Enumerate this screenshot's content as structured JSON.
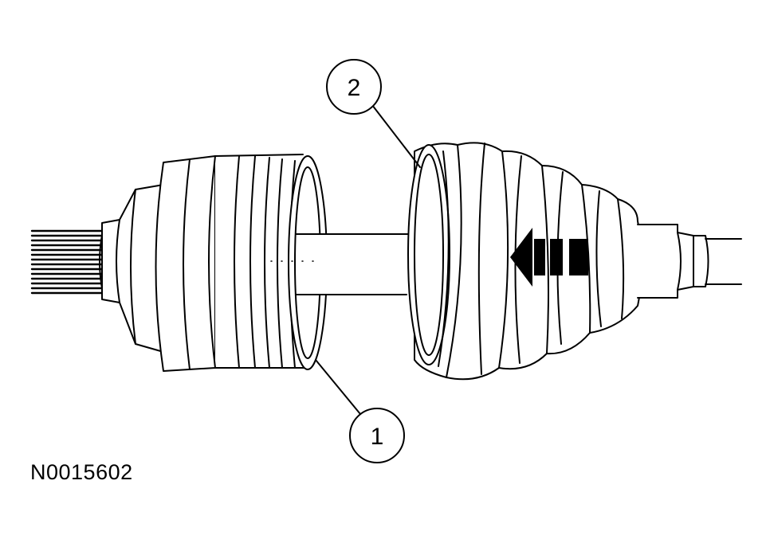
{
  "callouts": [
    {
      "number": "1"
    },
    {
      "number": "2"
    }
  ],
  "figure_id": "N0015602",
  "colors": {
    "line": "#000000",
    "background": "#ffffff"
  }
}
